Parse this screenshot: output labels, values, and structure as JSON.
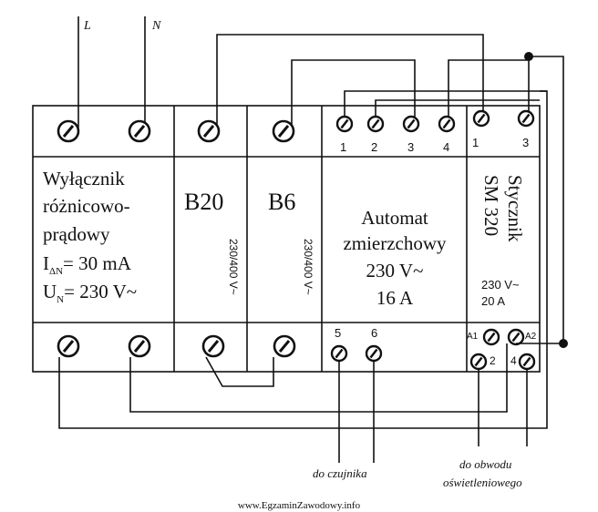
{
  "supply": {
    "l_label": "L",
    "n_label": "N"
  },
  "rcd": {
    "line1": "Wyłącznik",
    "line2": "różnicowo-",
    "line3": "prądowy",
    "in_sym": "I",
    "in_sub": "ΔN",
    "in_val": "= 30 mA",
    "un_sym": "U",
    "un_sub": "N",
    "un_val": "= 230 V~"
  },
  "mcb1": {
    "label": "B20",
    "rating": "230/400 V~"
  },
  "mcb2": {
    "label": "B6",
    "rating": "230/400 V~"
  },
  "twilight": {
    "line1": "Automat",
    "line2": "zmierzchowy",
    "line3": "230 V~",
    "line4": "16 A",
    "terminals_top": [
      "1",
      "2",
      "3",
      "4"
    ],
    "terminals_bottom": [
      "5",
      "6"
    ]
  },
  "contactor": {
    "line1": "Stycznik",
    "line2": "SM 320",
    "voltage": "230 V~",
    "current": "20 A",
    "terminals_top": [
      "1",
      "3"
    ],
    "coil_a1": "A1",
    "coil_a2": "A2",
    "terminals_bottom": [
      "2",
      "4"
    ]
  },
  "annotations": {
    "sensor": "do czujnika",
    "lighting_line1": "do obwodu",
    "lighting_line2": "oświetleniowego"
  },
  "footer": {
    "watermark": "www.EgzaminZawodowy.info"
  }
}
